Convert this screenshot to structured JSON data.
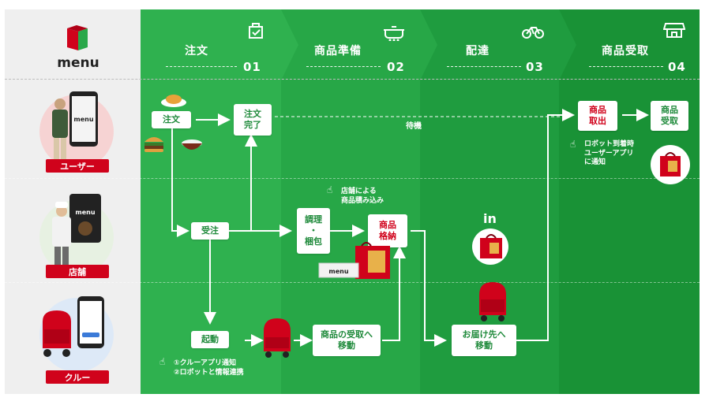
{
  "brand": {
    "logo_text": "menu",
    "logo_colors": {
      "red": "#d0021b",
      "green": "#2aa84a"
    }
  },
  "colors": {
    "band1": "#2fb14f",
    "band2": "#27a747",
    "band3": "#1f9c3f",
    "band4": "#199236",
    "accent_red": "#d0021b",
    "text_green": "#1f8a3b"
  },
  "steps": [
    {
      "title": "注文",
      "number": "01",
      "icon": "checklist-bag-icon"
    },
    {
      "title": "商品準備",
      "number": "02",
      "icon": "cooking-pot-icon"
    },
    {
      "title": "配達",
      "number": "03",
      "icon": "bicycle-icon"
    },
    {
      "title": "商品受取",
      "number": "04",
      "icon": "storefront-icon"
    }
  ],
  "roles": [
    {
      "label": "ユーザー",
      "image": "user-with-phone"
    },
    {
      "label": "店舗",
      "image": "chef-with-tablet"
    },
    {
      "label": "クルー",
      "image": "robot-with-phone"
    }
  ],
  "flow": {
    "order": "注文",
    "order_complete": "注文\n完了",
    "waiting": "待機",
    "receive_order": "受注",
    "cook_pack": "調理\n・\n梱包",
    "store_item": "商品\n格納",
    "store_loading_note": "店舗による\n商品積み込み",
    "start": "起動",
    "move_to_pickup": "商品の受取へ\n移動",
    "move_to_destination": "お届け先へ\n移動",
    "crew_notes": "①クルーアプリ通知\n②ロボットと情報連携",
    "in_label": "in",
    "take_out": "商品\n取出",
    "receive_item": "商品\n受取",
    "robot_arrival_note": "ロボット到着時\nユーザーアプリ\nに通知"
  }
}
